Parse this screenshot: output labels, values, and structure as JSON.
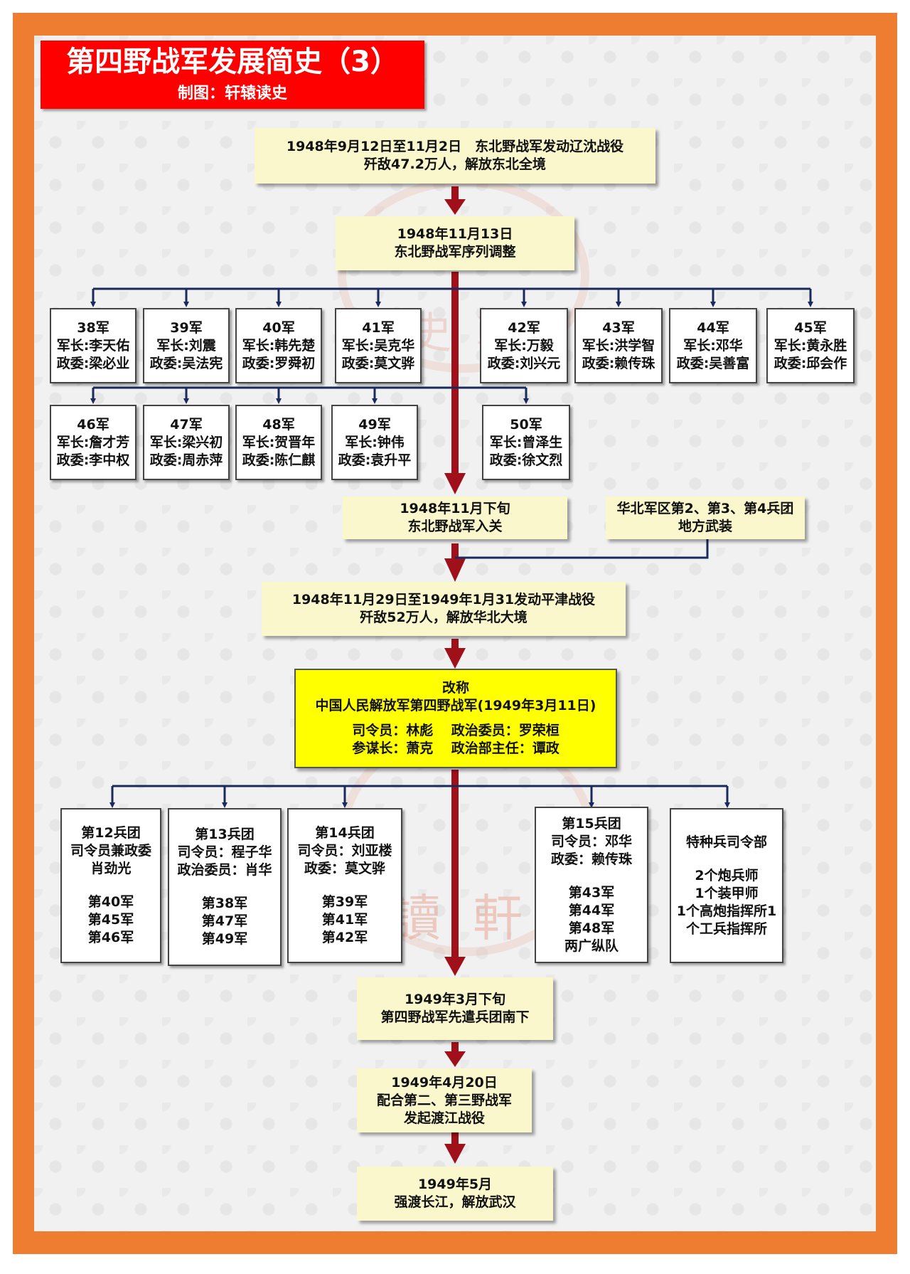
{
  "title": "第四野战军发展简史（3）",
  "subtitle": "制图：轩辕读史",
  "watermark": [
    "讀",
    "軒",
    "史",
    "轅"
  ],
  "colors": {
    "frame": "#ee7d31",
    "title_bg": "#ff0000",
    "node_bg": "#fbf7cc",
    "highlight_bg": "#ffff00",
    "main_arrow": "#a0101a",
    "branch_line": "#1a2a5c"
  },
  "events": {
    "liaoshen": [
      "1948年9月12日至11月2日　东北野战军发动辽沈战役",
      "歼敌47.2万人，解放东北全境"
    ],
    "reorg": [
      "1948年11月13日",
      "东北野战军序列调整"
    ],
    "enter": [
      "1948年11月下旬",
      "东北野战军入关"
    ],
    "huabei": [
      "华北军区第2、第3、第4兵团",
      "地方武装"
    ],
    "pingjin": [
      "1948年11月29日至1949年1月31发动平津战役",
      "歼敌52万人，解放华北大境"
    ],
    "rename": {
      "head": "改称",
      "name": "中国人民解放军第四野战军(1949年3月11日)",
      "line1": "司令员：林彪　 政治委员：罗荣桓",
      "line2": "参谋长：萧克　 政治部主任：谭政"
    },
    "south": [
      "1949年3月下旬",
      "第四野战军先遣兵团南下"
    ],
    "crossing": [
      "1949年4月20日",
      "配合第二、第三野战军",
      "发起渡江战役"
    ],
    "wuhan": [
      "1949年5月",
      "强渡长江，解放武汉"
    ]
  },
  "armies_row1": [
    {
      "name": "38军",
      "commander": "军长:李天佑",
      "commissar": "政委:梁必业"
    },
    {
      "name": "39军",
      "commander": "军长:刘震",
      "commissar": "政委:吴法宪"
    },
    {
      "name": "40军",
      "commander": "军长:韩先楚",
      "commissar": "政委:罗舜初"
    },
    {
      "name": "41军",
      "commander": "军长:吴克华",
      "commissar": "政委:莫文骅"
    },
    {
      "name": "42军",
      "commander": "军长:万毅",
      "commissar": "政委:刘兴元"
    },
    {
      "name": "43军",
      "commander": "军长:洪学智",
      "commissar": "政委:赖传珠"
    },
    {
      "name": "44军",
      "commander": "军长:邓华",
      "commissar": "政委:吴善富"
    },
    {
      "name": "45军",
      "commander": "军长:黄永胜",
      "commissar": "政委:邱会作"
    }
  ],
  "armies_row2": [
    {
      "name": "46军",
      "commander": "军长:詹才芳",
      "commissar": "政委:李中权"
    },
    {
      "name": "47军",
      "commander": "军长:梁兴初",
      "commissar": "政委:周赤萍"
    },
    {
      "name": "48军",
      "commander": "军长:贺晋年",
      "commissar": "政委:陈仁麒"
    },
    {
      "name": "49军",
      "commander": "军长:钟伟",
      "commissar": "政委:袁升平"
    },
    {
      "name": "50军",
      "commander": "军长:曾泽生",
      "commissar": "政委:徐文烈"
    }
  ],
  "groups": [
    {
      "name": "第12兵团",
      "leaders": [
        "司令员兼政委",
        "肖劲光"
      ],
      "units": [
        "第40军",
        "第45军",
        "第46军"
      ]
    },
    {
      "name": "第13兵团",
      "leaders": [
        "司令员：程子华",
        "政治委员：肖华"
      ],
      "units": [
        "第38军",
        "第47军",
        "第49军"
      ]
    },
    {
      "name": "第14兵团",
      "leaders": [
        "司令员：刘亚楼",
        "政委：莫文骅"
      ],
      "units": [
        "第39军",
        "第41军",
        "第42军"
      ]
    },
    {
      "name": "第15兵团",
      "leaders": [
        "司令员：邓华",
        "政委：赖传珠"
      ],
      "units": [
        "第43军",
        "第44军",
        "第48军",
        "两广纵队"
      ]
    },
    {
      "name": "特种兵司令部",
      "leaders": [],
      "units": [
        "2个炮兵师",
        "1个装甲师",
        "1个高炮指挥所1",
        "个工兵指挥所"
      ]
    }
  ]
}
